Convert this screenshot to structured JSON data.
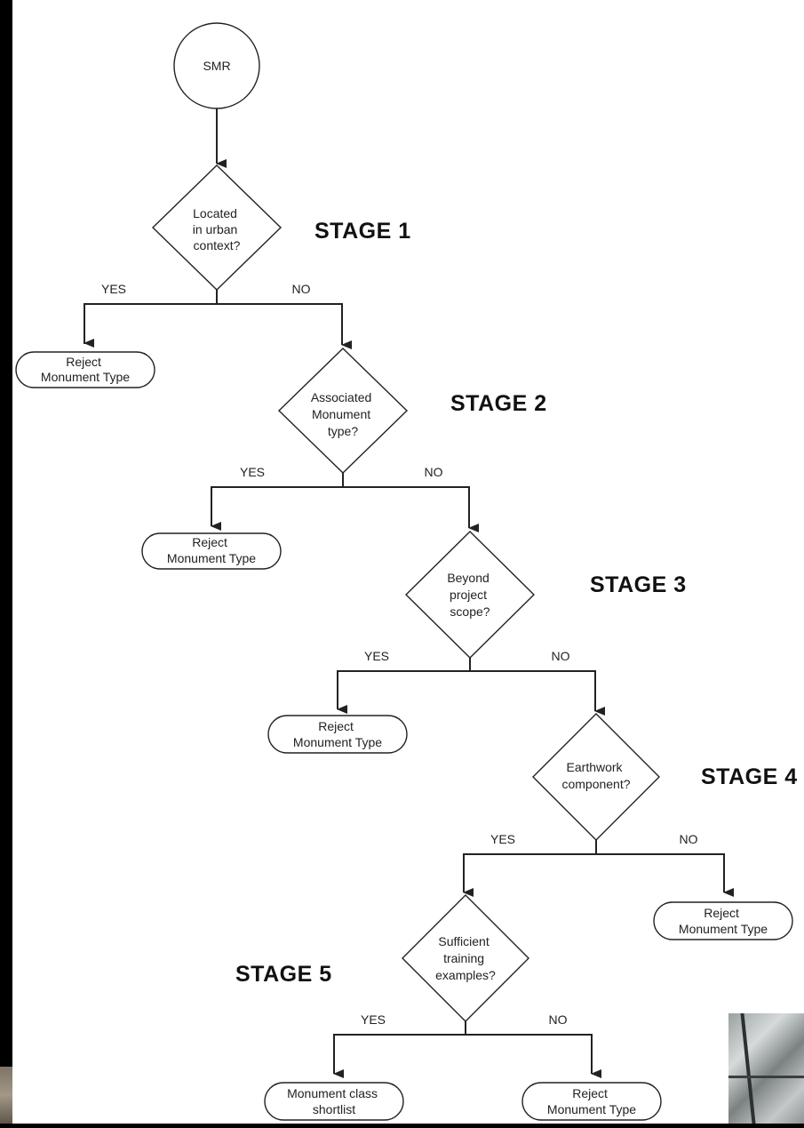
{
  "diagram": {
    "start_node": "SMR",
    "stages": [
      {
        "stage_label": "STAGE 1",
        "question": [
          "Located",
          "in urban",
          "context?"
        ],
        "yes_label": "YES",
        "no_label": "NO",
        "yes_outcome": [
          "Reject",
          "Monument Type"
        ]
      },
      {
        "stage_label": "STAGE 2",
        "question": [
          "Associated",
          "Monument",
          "type?"
        ],
        "yes_label": "YES",
        "no_label": "NO",
        "yes_outcome": [
          "Reject",
          "Monument Type"
        ]
      },
      {
        "stage_label": "STAGE 3",
        "question": [
          "Beyond",
          "project",
          "scope?"
        ],
        "yes_label": "YES",
        "no_label": "NO",
        "yes_outcome": [
          "Reject",
          "Monument Type"
        ]
      },
      {
        "stage_label": "STAGE 4",
        "question": [
          "Earthwork",
          "component?"
        ],
        "yes_label": "YES",
        "no_label": "NO",
        "no_outcome": [
          "Reject",
          "Monument Type"
        ]
      },
      {
        "stage_label": "STAGE 5",
        "question": [
          "Sufficient",
          "training",
          "examples?"
        ],
        "yes_label": "YES",
        "no_label": "NO",
        "yes_outcome": [
          "Monument class",
          "shortlist"
        ],
        "no_outcome": [
          "Reject",
          "Monument Type"
        ]
      }
    ]
  }
}
